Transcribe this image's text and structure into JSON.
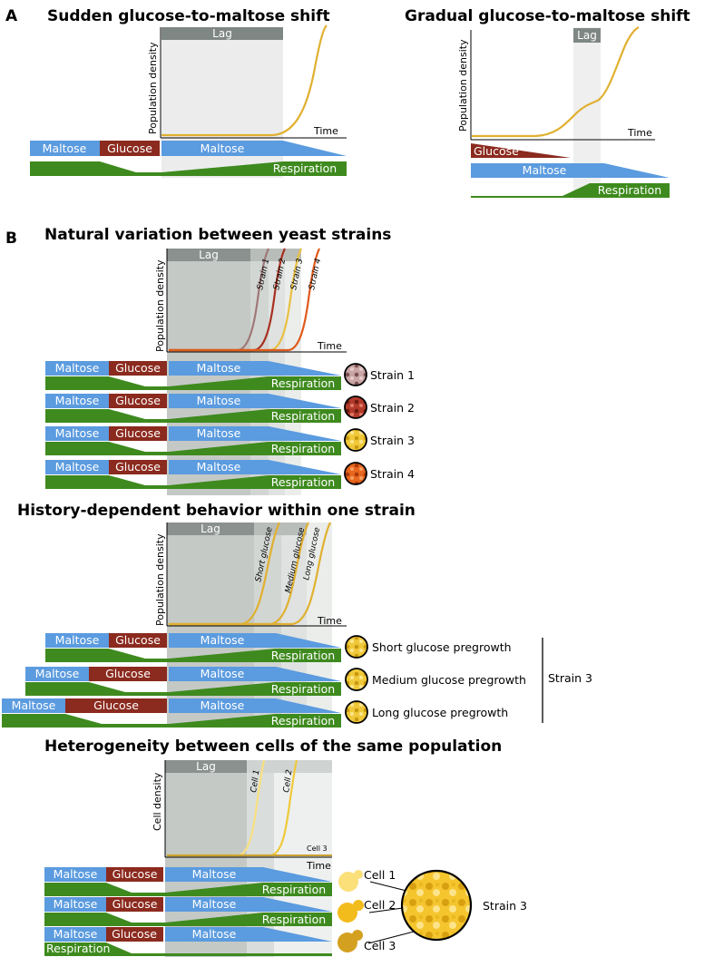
{
  "panels": {
    "a": "A",
    "b": "B"
  },
  "headings": {
    "sudden": "Sudden glucose-to-maltose shift",
    "gradual": "Gradual glucose-to-maltose shift",
    "natural": "Natural variation between yeast strains",
    "history": "History-dependent behavior within one strain",
    "hetero": "Heterogeneity between cells of the same population"
  },
  "labels": {
    "lag": "Lag",
    "time": "Time",
    "population_density": "Population density",
    "cell_density": "Cell density",
    "maltose": "Maltose",
    "glucose": "Glucose",
    "respiration": "Respiration"
  },
  "strain_curves": [
    "Strain 1",
    "Strain 2",
    "Strain 3",
    "Strain 4"
  ],
  "strains": [
    "Strain 1",
    "Strain 2",
    "Strain 3",
    "Strain 4"
  ],
  "history_curves": [
    "Short glucose",
    "Medium glucose",
    "Long glucose"
  ],
  "pregrowth": [
    "Short glucose pregrowth",
    "Medium glucose pregrowth",
    "Long glucose pregrowth"
  ],
  "history_strain": "Strain 3",
  "cell_curves": [
    "Cell 1",
    "Cell 2",
    "Cell 3"
  ],
  "cells": [
    "Cell 1",
    "Cell 2",
    "Cell 3"
  ],
  "population_strain": "Strain 3",
  "colors": {
    "maltose": "#5b9bdf",
    "glucose": "#8b2a1e",
    "respiration": "#3e8a1e",
    "curve_gold": "#e0b030",
    "lag_box": "#7f8a86",
    "lag_region": "#d9dedb",
    "strain1": "#a07878",
    "strain2": "#a83020",
    "strain3": "#e8c040",
    "strain4": "#e05a1c"
  }
}
